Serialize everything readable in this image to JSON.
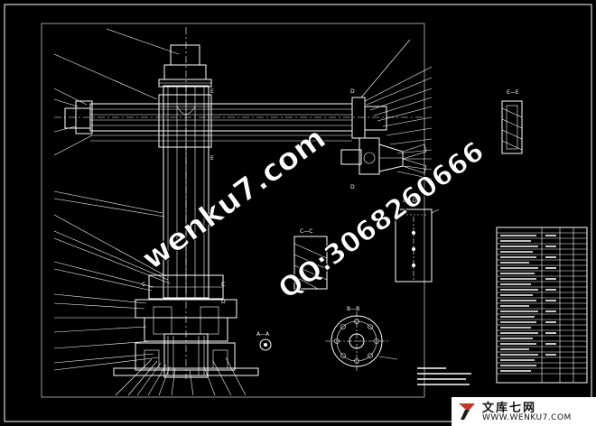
{
  "section_labels": {
    "e_e": "E—E",
    "d_d": "D—D",
    "c_c": "C—C",
    "b_b": "B—B",
    "a_a": "A—A",
    "e_top": "E",
    "e_mid": "E",
    "d_top": "D",
    "d_bottom": "D",
    "c_left": "C",
    "c_right": "C",
    "d_lower": "D"
  },
  "watermark": {
    "site": "wenku7.com",
    "qq": "QQ:3068260666"
  },
  "footer": {
    "brand_name": "文库七网",
    "brand_url": "WWW.WENKU7.COM"
  }
}
